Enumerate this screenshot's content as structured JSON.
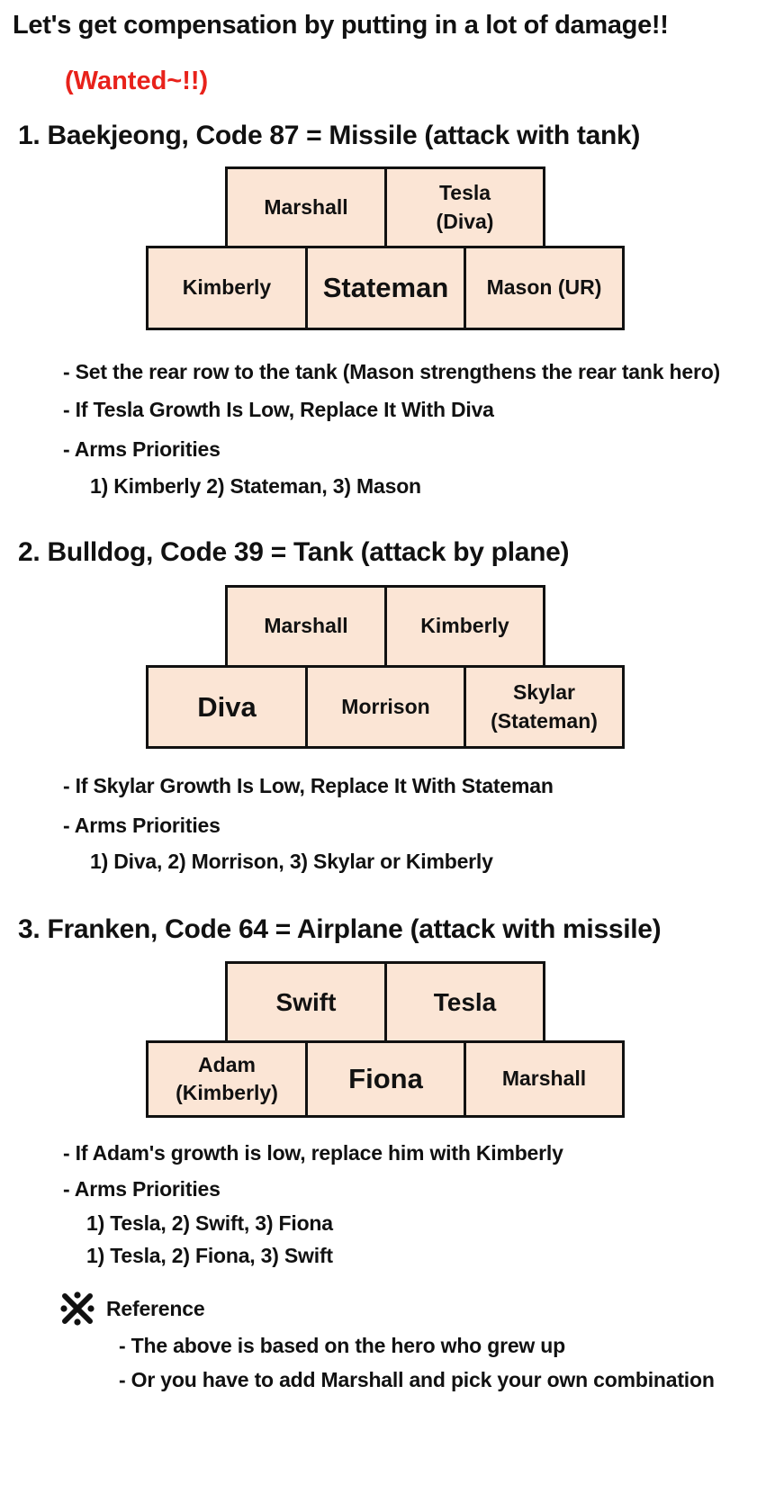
{
  "title": "Let's get compensation by putting in a lot of damage!!",
  "subtitle": "(Wanted~!!)",
  "sections": [
    {
      "heading": "1. Baekjeong, Code 87 = Missile (attack with tank)",
      "front_row": [
        "Marshall",
        "Tesla\n(Diva)"
      ],
      "back_row": [
        "Kimberly",
        "Stateman",
        "Mason (UR)"
      ],
      "notes": [
        "- Set the rear row to the tank (Mason strengthens the rear tank hero)",
        "- If Tesla Growth Is Low, Replace It With Diva",
        "- Arms Priorities"
      ],
      "priorities": [
        "1) Kimberly 2) Stateman, 3) Mason"
      ]
    },
    {
      "heading": "2. Bulldog, Code 39 = Tank (attack by plane)",
      "front_row": [
        "Marshall",
        "Kimberly"
      ],
      "back_row": [
        "Diva",
        "Morrison",
        "Skylar\n(Stateman)"
      ],
      "notes": [
        "- If Skylar Growth Is Low, Replace It With Stateman",
        "- Arms Priorities"
      ],
      "priorities": [
        "1) Diva, 2) Morrison, 3) Skylar or Kimberly"
      ]
    },
    {
      "heading": "3. Franken, Code 64 = Airplane (attack with missile)",
      "front_row": [
        "Swift",
        "Tesla"
      ],
      "back_row": [
        "Adam\n(Kimberly)",
        "Fiona",
        "Marshall"
      ],
      "notes": [
        "- If Adam's growth is low, replace him with Kimberly",
        "- Arms Priorities"
      ],
      "priorities": [
        "1) Tesla, 2) Swift, 3) Fiona",
        "1) Tesla, 2) Fiona, 3) Swift"
      ]
    }
  ],
  "reference": {
    "icon": "reference-mark-icon",
    "label": "Reference",
    "lines": [
      "- The above is based on the hero who grew up",
      "- Or you have to add Marshall and pick your own combination"
    ]
  },
  "colors": {
    "accent_red": "#e8221b",
    "cell_fill": "#fbe5d5",
    "ink": "#111111"
  }
}
